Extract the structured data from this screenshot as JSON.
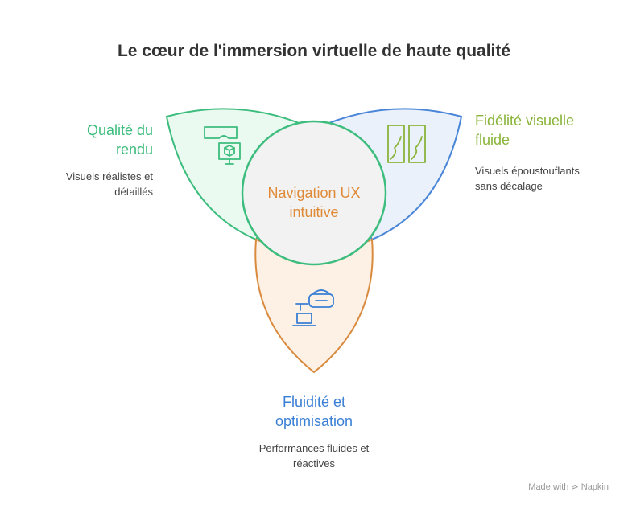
{
  "title": "Le cœur de l'immersion virtuelle de haute qualité",
  "center": {
    "label": "Navigation UX intuitive"
  },
  "petals": {
    "left": {
      "label": "Qualité du rendu",
      "description": "Visuels réalistes et détaillés",
      "color": "#3dbd7d",
      "fill": "#eafaf1",
      "icon": "vr-headset-cube-icon"
    },
    "right": {
      "label": "Fidélité visuelle fluide",
      "description": "Visuels époustouflants sans décalage",
      "color": "#8ab43a",
      "outline": "#4a86d8",
      "fill": "#eaf1fb",
      "icon": "parallel-screens-icon"
    },
    "bottom": {
      "label": "Fluidité et optimisation",
      "description": "Performances fluides et réactives",
      "color": "#3a7fd5",
      "outline": "#d98a3d",
      "fill": "#fdf0e4",
      "icon": "vr-laptop-icon"
    }
  },
  "watermark": "Made with ⋗ Napkin"
}
